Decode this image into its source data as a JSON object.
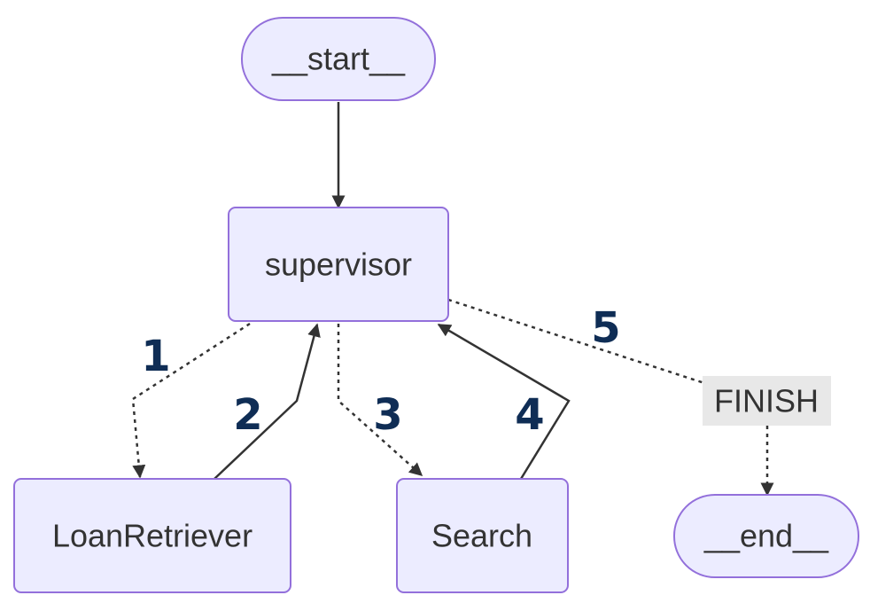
{
  "nodes": {
    "start": "__start__",
    "supervisor": "supervisor",
    "loan_retriever": "LoanRetriever",
    "search": "Search",
    "end": "__end__"
  },
  "edge_labels": {
    "finish": "FINISH"
  },
  "step_numbers": [
    "1",
    "2",
    "3",
    "4",
    "5"
  ],
  "colors": {
    "node_fill": "#ececff",
    "node_stroke": "#9370db",
    "edge_stroke": "#333333",
    "edge_label_bg": "#e8e8e8",
    "step_number": "#0f2d55"
  }
}
